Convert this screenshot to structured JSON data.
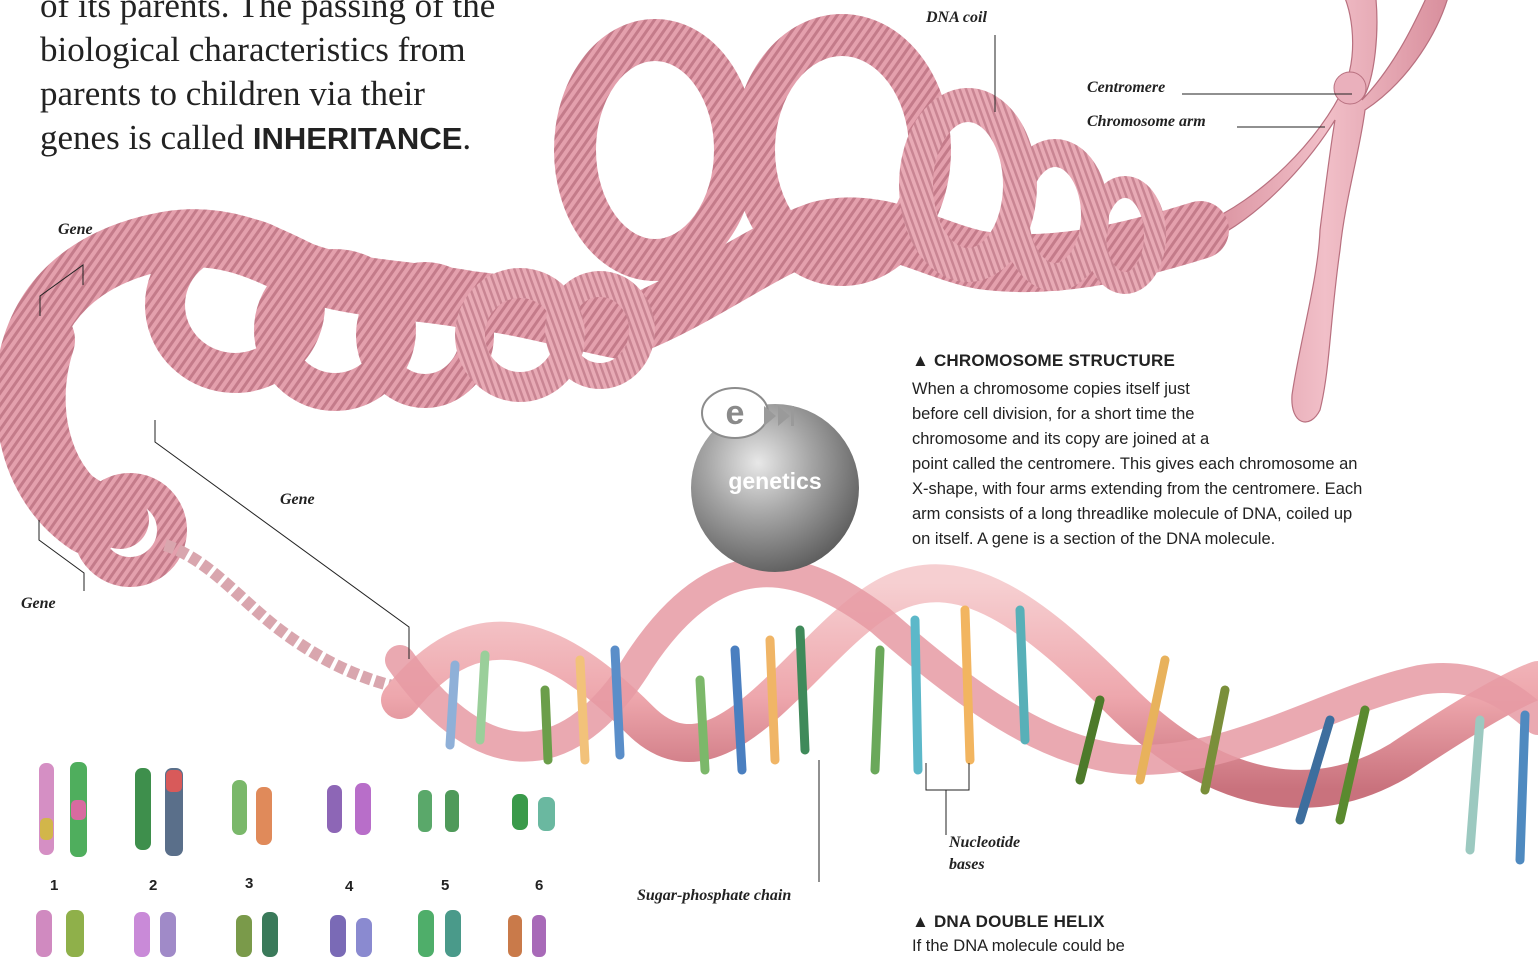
{
  "intro": {
    "line1": "of its parents. The passing of the",
    "line2": "biological characteristics from",
    "line3": "parents to children via their",
    "line4_pre": "genes is called ",
    "line4_bold": "INHERITANCE",
    "line4_post": "."
  },
  "labels": {
    "dna_coil": "DNA coil",
    "centromere": "Centromere",
    "chromosome_arm": "Chromosome arm",
    "gene_top": "Gene",
    "gene_middle": "Gene",
    "gene_bottom": "Gene",
    "nucleotide_line1": "Nucleotide",
    "nucleotide_line2": "bases",
    "sugar_phosphate": "Sugar-phosphate chain"
  },
  "badge": {
    "text": "genetics",
    "icon": "e-link-icon"
  },
  "chromosome_structure": {
    "title": "▲ CHROMOSOME STRUCTURE",
    "lines": [
      "When a chromosome copies itself just",
      "before cell division, for a short time the",
      "chromosome and its copy are joined at a",
      "point called the centromere. This gives each chromosome an",
      "X-shape, with four arms extending from the centromere. Each",
      "arm consists of a long threadlike molecule of DNA, coiled up",
      "on itself. A gene is a section of the DNA molecule."
    ]
  },
  "dna_helix": {
    "title": "▲ DNA DOUBLE HELIX",
    "line1": "If the DNA molecule could be"
  },
  "karyotype": {
    "numbers": [
      "1",
      "2",
      "3",
      "4",
      "5",
      "6"
    ]
  },
  "colors": {
    "coil_pink": "#e8a2ae",
    "coil_dark": "#b86876",
    "helix_ribbon": "#f2b8bc",
    "badge_grey": "#9a9a9a"
  }
}
